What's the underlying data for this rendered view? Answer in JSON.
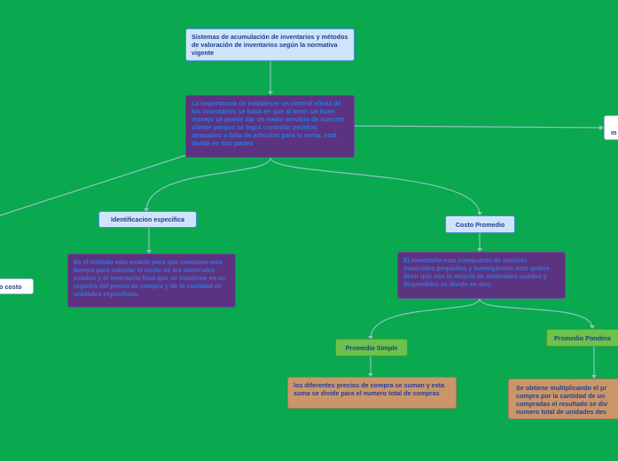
{
  "colors": {
    "background": "#0aa84f",
    "connector": "#8ec4c0",
    "node_blue": "#cfe4fa",
    "node_purple": "#5c3381",
    "node_green": "#6cc24a",
    "node_tan": "#c9966a",
    "text_dark_blue": "#1f3f8c",
    "text_bright_blue": "#2c78e0"
  },
  "nodes": {
    "root": "Sistemas de acumulación de inventarios y métodos de valoración de inventarios según la normativa vigente",
    "importance": "La importancia de establecer un control eficaz de los inventarios se basa en que al tener un buen manejo se puede dar un mejor servicio de nuestro cliente porque se logra controlar pedidos atrasados o falta de artículos para la venta. está divida en dos partes",
    "right_edge": "m\nex",
    "identificacion": "Identificacion especifica",
    "identificacion_desc": "Es el método más exacto pero que consume más tiempo para calcular el costo de los materiales usados y el inventario final que se mantiene en un registro del precio de compra y de la cantidad de unidades específicas.",
    "left_edge": "o costo",
    "costo_promedio": "Costo Promedio",
    "costo_promedio_desc": "El inventario esta compuesto de muchos materiales pequeños y homogéneos esto quiere decir que son la mezcla de materiales usados y disponibles se divide en dos:",
    "promedio_simple": "Promedio Simple",
    "promedio_simple_desc": "los diferentes precios de compra se suman y esta suma se divide para el numero total de compras",
    "promedio_ponderado": "Promedio Pondera",
    "promedio_ponderado_desc": "Se obtiene multiplicando el pr compra por la cantidad de un compradas el resultado se div numero total de unidades des"
  }
}
